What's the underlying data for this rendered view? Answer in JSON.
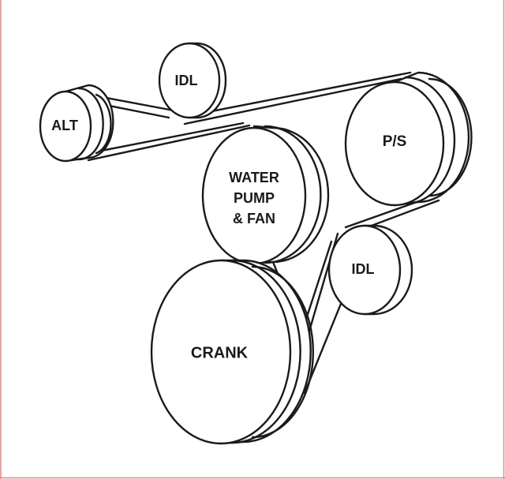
{
  "diagram": {
    "pulleys": {
      "idl_top": {
        "label": "IDL"
      },
      "alt": {
        "label": "ALT"
      },
      "ps": {
        "label": "P/S"
      },
      "water_pump": {
        "lines": [
          "WATER",
          "PUMP",
          "& FAN"
        ]
      },
      "idl_lower": {
        "label": "IDL"
      },
      "crank": {
        "label": "CRANK"
      }
    }
  },
  "colors": {
    "line": "#1a1a1a",
    "fill": "#ffffff",
    "border": "#e08a8a"
  }
}
